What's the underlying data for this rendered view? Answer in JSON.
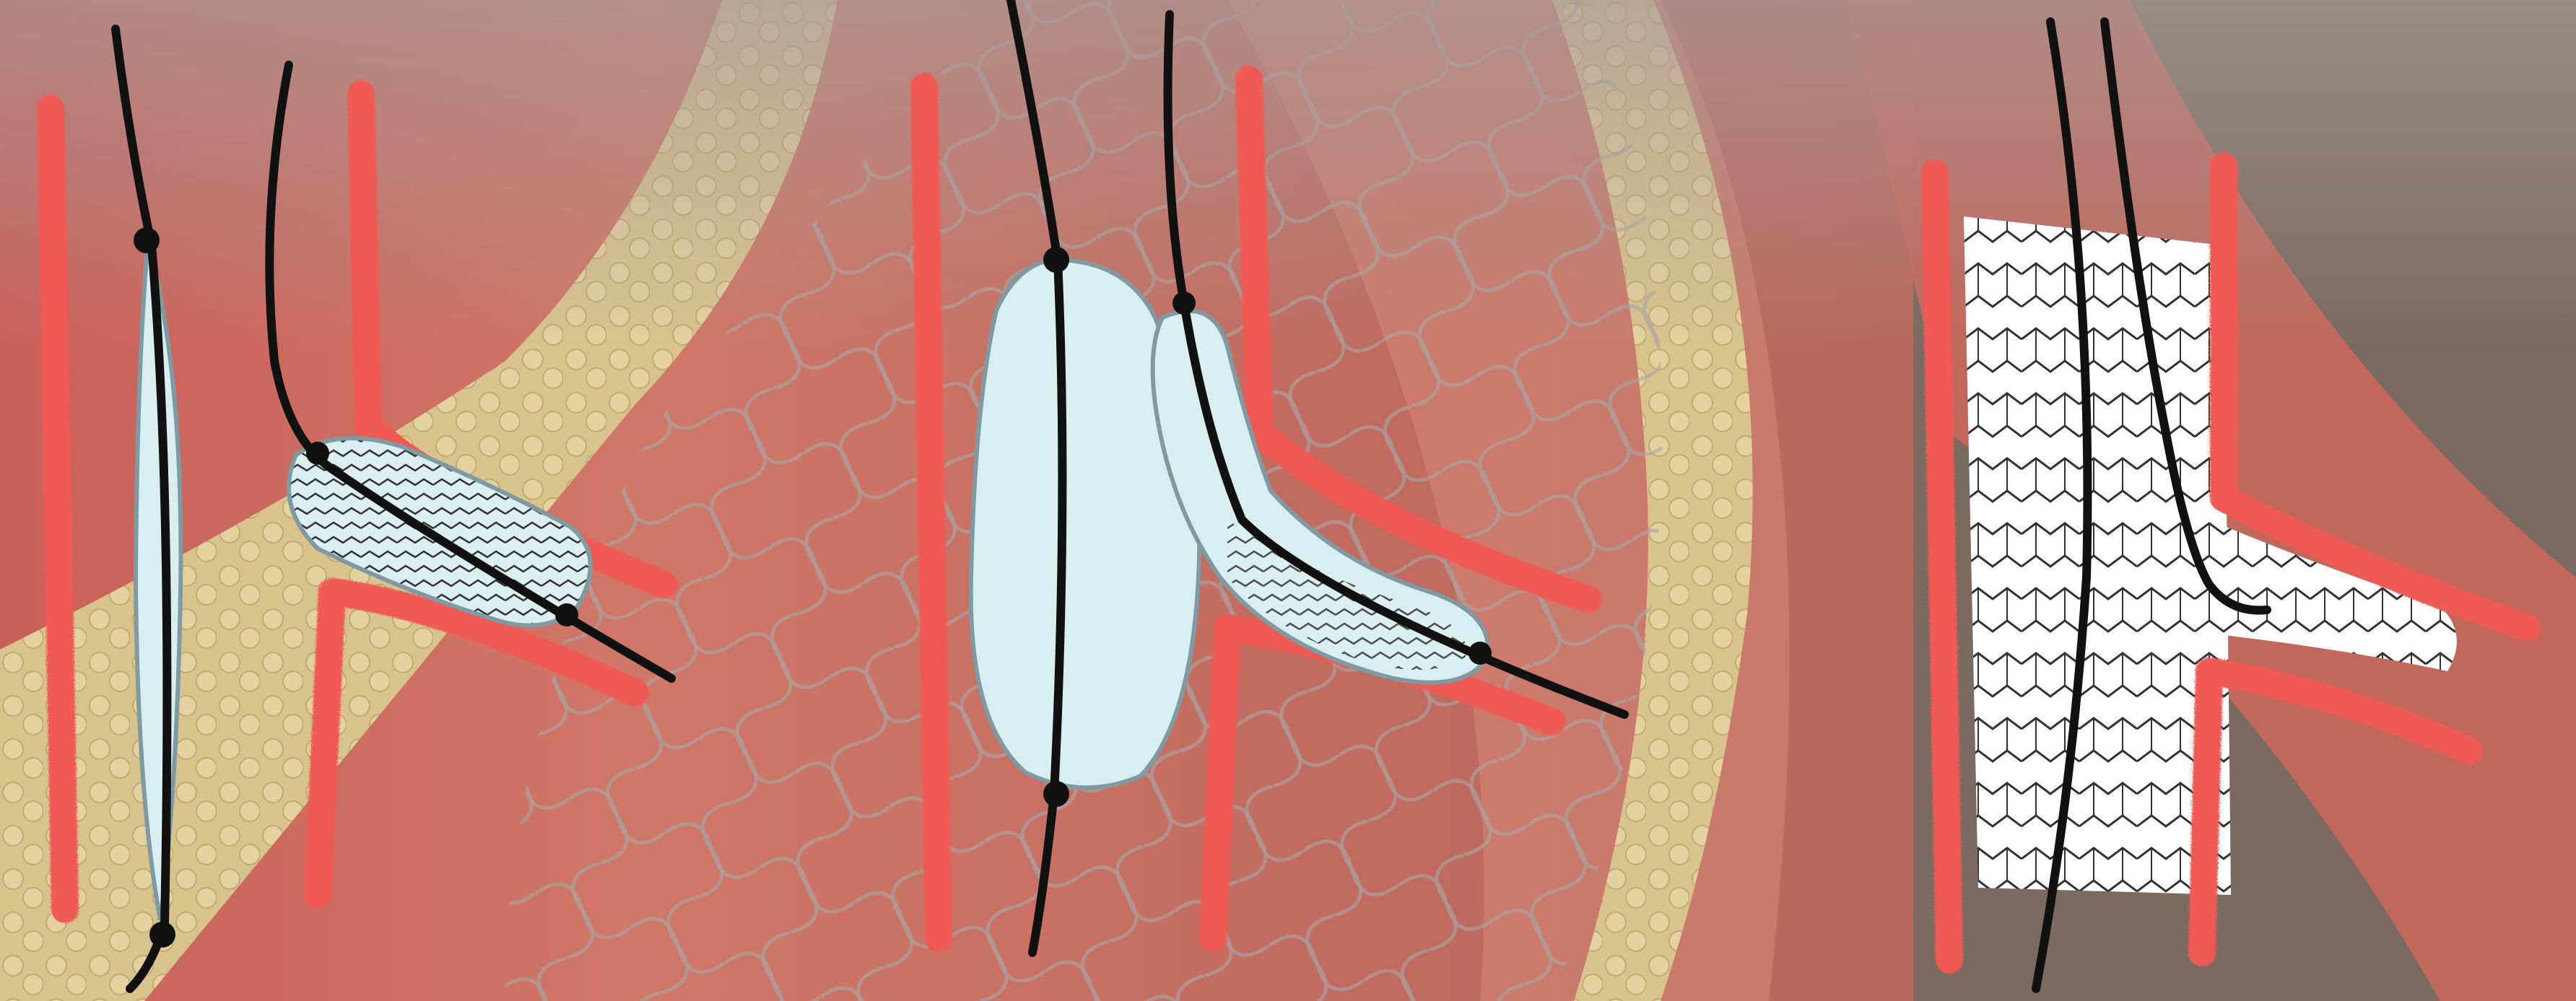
{
  "figure": {
    "panels": [
      {
        "id": "panel-1",
        "content": "side-branch-stent-and-main-balloon-before-inflation"
      },
      {
        "id": "panel-2",
        "content": "kissing-balloon-inflation"
      },
      {
        "id": "panel-3",
        "content": "final-stents-with-guidewires"
      }
    ],
    "colors": {
      "background_artery": "#c66c5c",
      "background_dark": "#7a6a60",
      "fat_layer": "#d8c38d",
      "vessel_wall": "#ef5a55",
      "balloon_fill": "#d9eef0",
      "balloon_outline": "#7f9aa3",
      "stent_fill": "#ffffff",
      "stent_strut": "#333333",
      "guidewire": "#111111"
    }
  }
}
